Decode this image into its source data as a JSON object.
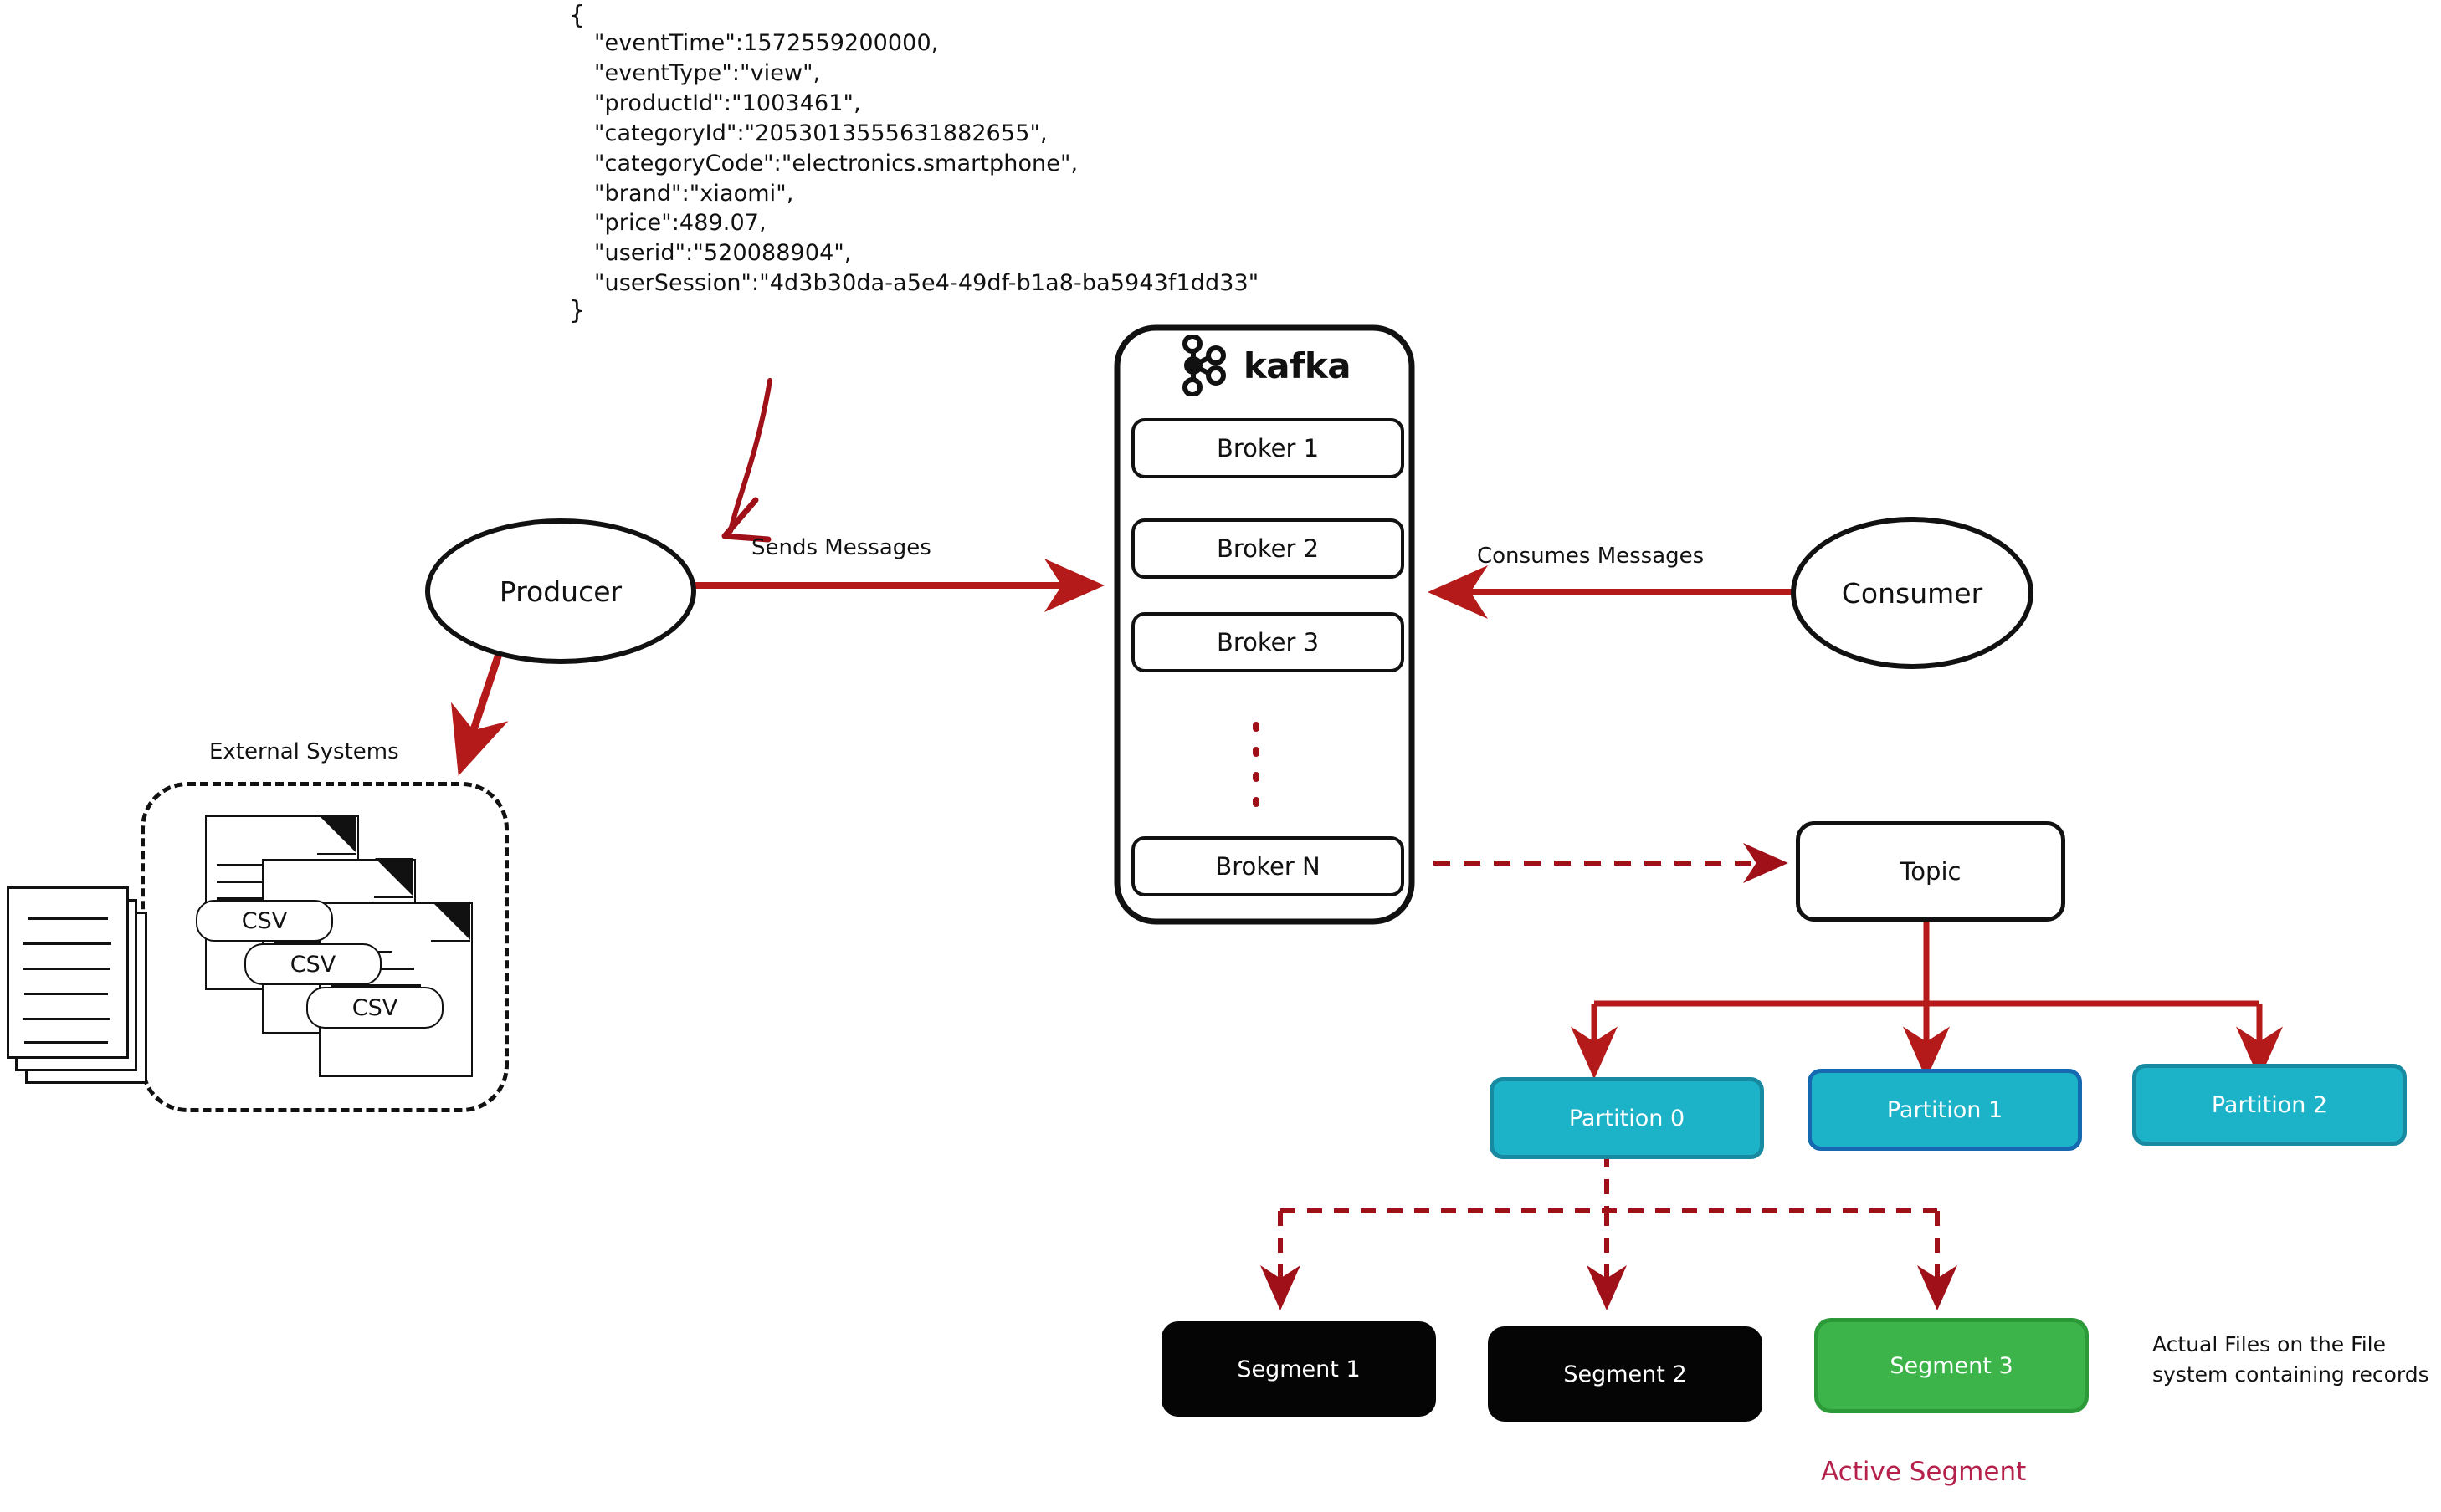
{
  "event_json": {
    "open_brace": "{",
    "close_brace": "}",
    "lines": [
      "\"eventTime\":1572559200000,",
      "\"eventType\":\"view\",",
      "\"productId\":\"1003461\",",
      "\"categoryId\":\"2053013555631882655\",",
      "\"categoryCode\":\"electronics.smartphone\",",
      "\"brand\":\"xiaomi\",",
      "\"price\":489.07,",
      "\"userid\":\"520088904\",",
      "\"userSession\":\"4d3b30da-a5e4-49df-b1a8-ba5943f1dd33\""
    ]
  },
  "kafka": {
    "wordmark": "kafka",
    "logo_icon": "kafka-logo-icon",
    "brokers": [
      {
        "label": "Broker 1"
      },
      {
        "label": "Broker 2"
      },
      {
        "label": "Broker 3"
      },
      {
        "label": "Broker N"
      }
    ],
    "vertical_ellipsis": "⋮"
  },
  "nodes": {
    "producer": "Producer",
    "consumer": "Consumer",
    "topic": "Topic"
  },
  "edges": {
    "sends_messages": "Sends Messages",
    "consumes_messages": "Consumes Messages"
  },
  "external_systems": {
    "label": "External Systems",
    "csv_badges": [
      "CSV",
      "CSV",
      "CSV"
    ]
  },
  "partitions": [
    {
      "label": "Partition 0",
      "fill": "#1CB3C8",
      "border": "#1789A0"
    },
    {
      "label": "Partition 1",
      "fill": "#1CB3C8",
      "border": "#1668B0"
    },
    {
      "label": "Partition 2",
      "fill": "#1CB3C8",
      "border": "#1789A0"
    }
  ],
  "segments": [
    {
      "label": "Segment 1",
      "fill": "#050505",
      "border": "#050505",
      "active": false
    },
    {
      "label": "Segment 2",
      "fill": "#050505",
      "border": "#050505",
      "active": false
    },
    {
      "label": "Segment 3",
      "fill": "#3CB44A",
      "border": "#2C9A39",
      "active": true
    }
  ],
  "annotations": {
    "files_note": "Actual Files on the File system containing records",
    "active_segment": "Active Segment"
  },
  "colors": {
    "stroke_black": "#111111",
    "arrow_red": "#B51A1A",
    "dashed_red": "#A01018",
    "teal": "#1CB3C8",
    "blue_border": "#1668B0",
    "green": "#3CB44A",
    "crimson": "#B5214B"
  }
}
